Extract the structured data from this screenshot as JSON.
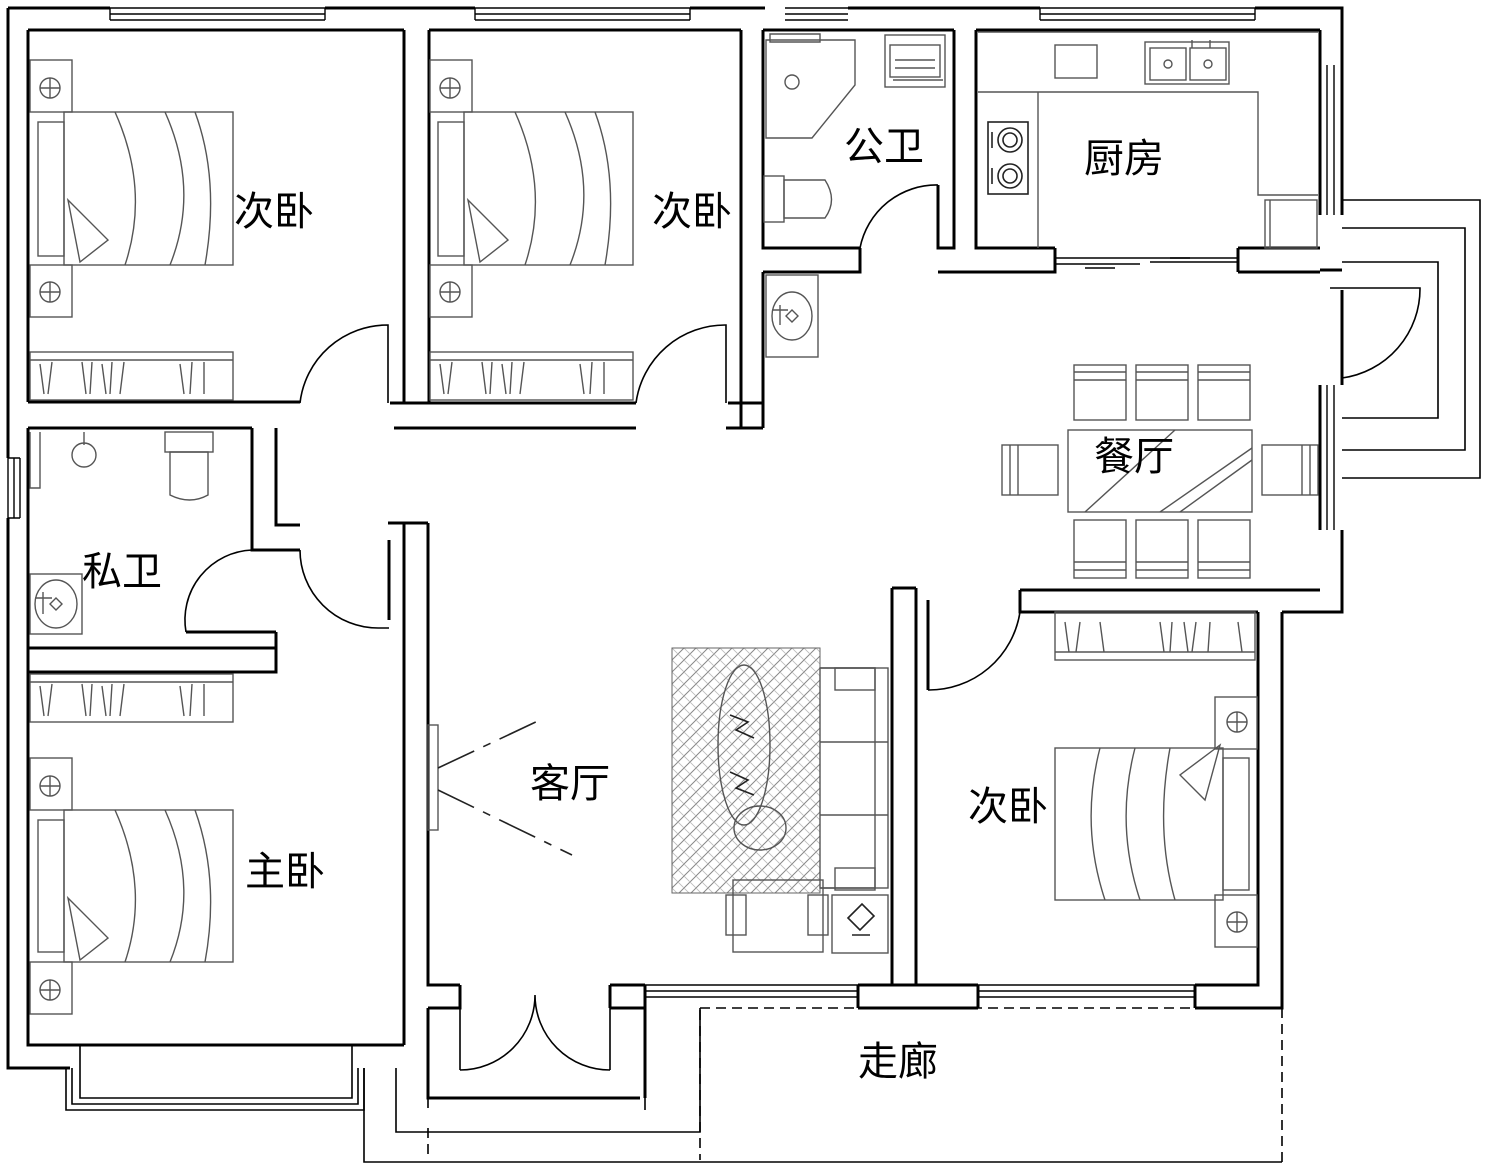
{
  "rooms": {
    "bedroom_top_left": "次卧",
    "bedroom_top_middle": "次卧",
    "public_bathroom": "公卫",
    "kitchen": "厨房",
    "dining_room": "餐厅",
    "private_bathroom": "私卫",
    "living_room": "客厅",
    "master_bedroom": "主卧",
    "bedroom_bottom_right": "次卧",
    "corridor": "走廊"
  }
}
